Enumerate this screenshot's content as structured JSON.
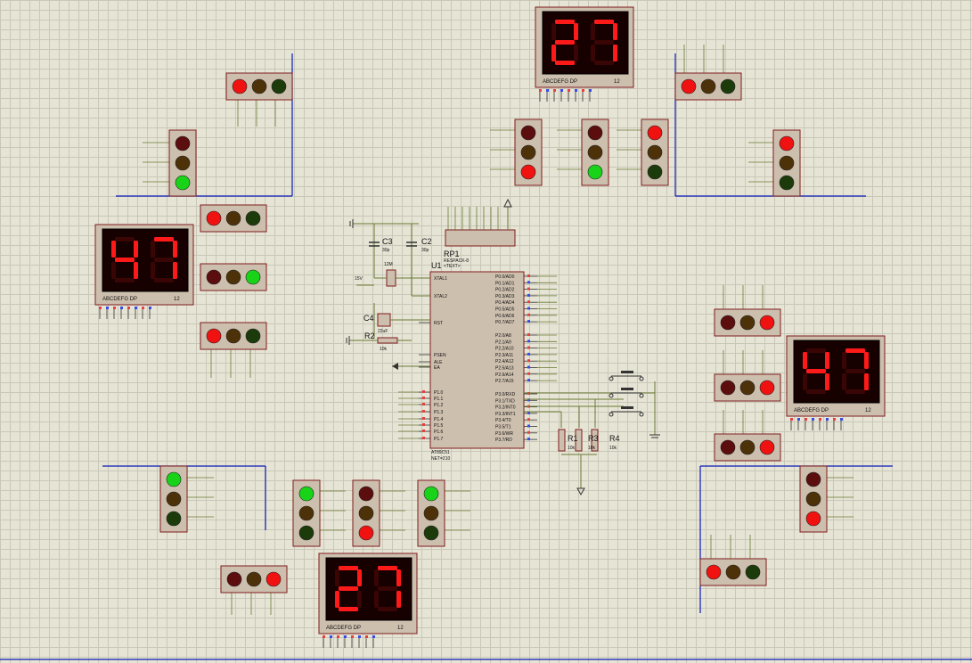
{
  "colors": {
    "wire": "#6b7a35",
    "board": "#0b1bb8",
    "housing": "#cdbfae",
    "housing_border": "#7e1d1d",
    "red_on": "#f01111",
    "red_off": "#5c0d0d",
    "yellow_off": "#4d3109",
    "green_on": "#18d318",
    "green_off": "#1b3b0b",
    "seg_on": "#ff1a1a",
    "seg_off": "#3a0505",
    "display_bg": "#160000",
    "pin_red": "#e84040",
    "pin_blue": "#3a4ae8"
  },
  "displays": [
    {
      "digits": "27",
      "pins_label": "ABCDEFG  DP",
      "digit_label": "12"
    },
    {
      "digits": "47",
      "pins_label": "ABCDEFG  DP",
      "digit_label": "12"
    },
    {
      "digits": "47",
      "pins_label": "ABCDEFG  DP",
      "digit_label": "12"
    },
    {
      "digits": "27",
      "pins_label": "ABCDEFG  DP",
      "digit_label": "12"
    }
  ],
  "lights": [
    {
      "lamps": [
        "red",
        "off",
        "off"
      ]
    },
    {
      "lamps": [
        "off",
        "off",
        "green"
      ]
    },
    {
      "lamps": [
        "red",
        "off",
        "off"
      ]
    },
    {
      "lamps": [
        "off",
        "off",
        "green"
      ]
    },
    {
      "lamps": [
        "red",
        "off",
        "off"
      ]
    },
    {
      "lamps": [
        "off",
        "off",
        "red"
      ]
    },
    {
      "lamps": [
        "off",
        "off",
        "green"
      ]
    },
    {
      "lamps": [
        "red",
        "off",
        "off"
      ]
    },
    {
      "lamps": [
        "red",
        "off",
        "off"
      ]
    },
    {
      "lamps": [
        "red",
        "off",
        "off"
      ]
    },
    {
      "lamps": [
        "off",
        "off",
        "red"
      ]
    },
    {
      "lamps": [
        "off",
        "off",
        "red"
      ]
    },
    {
      "lamps": [
        "off",
        "off",
        "red"
      ]
    },
    {
      "lamps": [
        "green",
        "off",
        "off"
      ]
    },
    {
      "lamps": [
        "off",
        "off",
        "red"
      ]
    },
    {
      "lamps": [
        "green",
        "off",
        "off"
      ]
    },
    {
      "lamps": [
        "off",
        "off",
        "red"
      ]
    },
    {
      "lamps": [
        "green",
        "off",
        "off"
      ]
    },
    {
      "lamps": [
        "off",
        "off",
        "red"
      ]
    },
    {
      "lamps": [
        "red",
        "off",
        "off"
      ]
    }
  ],
  "mcu": {
    "ref": "U1",
    "part": "AT89C51",
    "tag": "NET=210",
    "left_pins": [
      "XTAL1",
      "XTAL2",
      "RST",
      "PSEN",
      "ALE",
      "EA",
      "P1.0",
      "P1.1",
      "P1.2",
      "P1.3",
      "P1.4",
      "P1.5",
      "P1.6",
      "P1.7"
    ],
    "right_pins": [
      "P0.0/AD0",
      "P0.1/AD1",
      "P0.2/AD2",
      "P0.3/AD3",
      "P0.4/AD4",
      "P0.5/AD5",
      "P0.6/AD6",
      "P0.7/AD7",
      "P2.0/A8",
      "P2.1/A9",
      "P2.2/A10",
      "P2.3/A11",
      "P2.4/A12",
      "P2.5/A13",
      "P2.6/A14",
      "P2.7/A15",
      "P3.0/RXD",
      "P3.1/TXD",
      "P3.2/INT0",
      "P3.3/INT1",
      "P3.4/T0",
      "P3.5/T1",
      "P3.6/WR",
      "P3.7/RD"
    ]
  },
  "parts": {
    "rp1": "RP1",
    "rp1_value": "RESPACK-8",
    "c3": "C3",
    "c2": "C2",
    "c4": "C4",
    "r2": "R2",
    "r1": "R1",
    "r3": "R3",
    "r4": "R4",
    "cap_value": "30p",
    "xtal_value": "12M",
    "c4_value": "22uF",
    "r2_value": "10k",
    "r_value": "10k",
    "text_tag": "<TEXT>",
    "vcc_label": "15V"
  }
}
